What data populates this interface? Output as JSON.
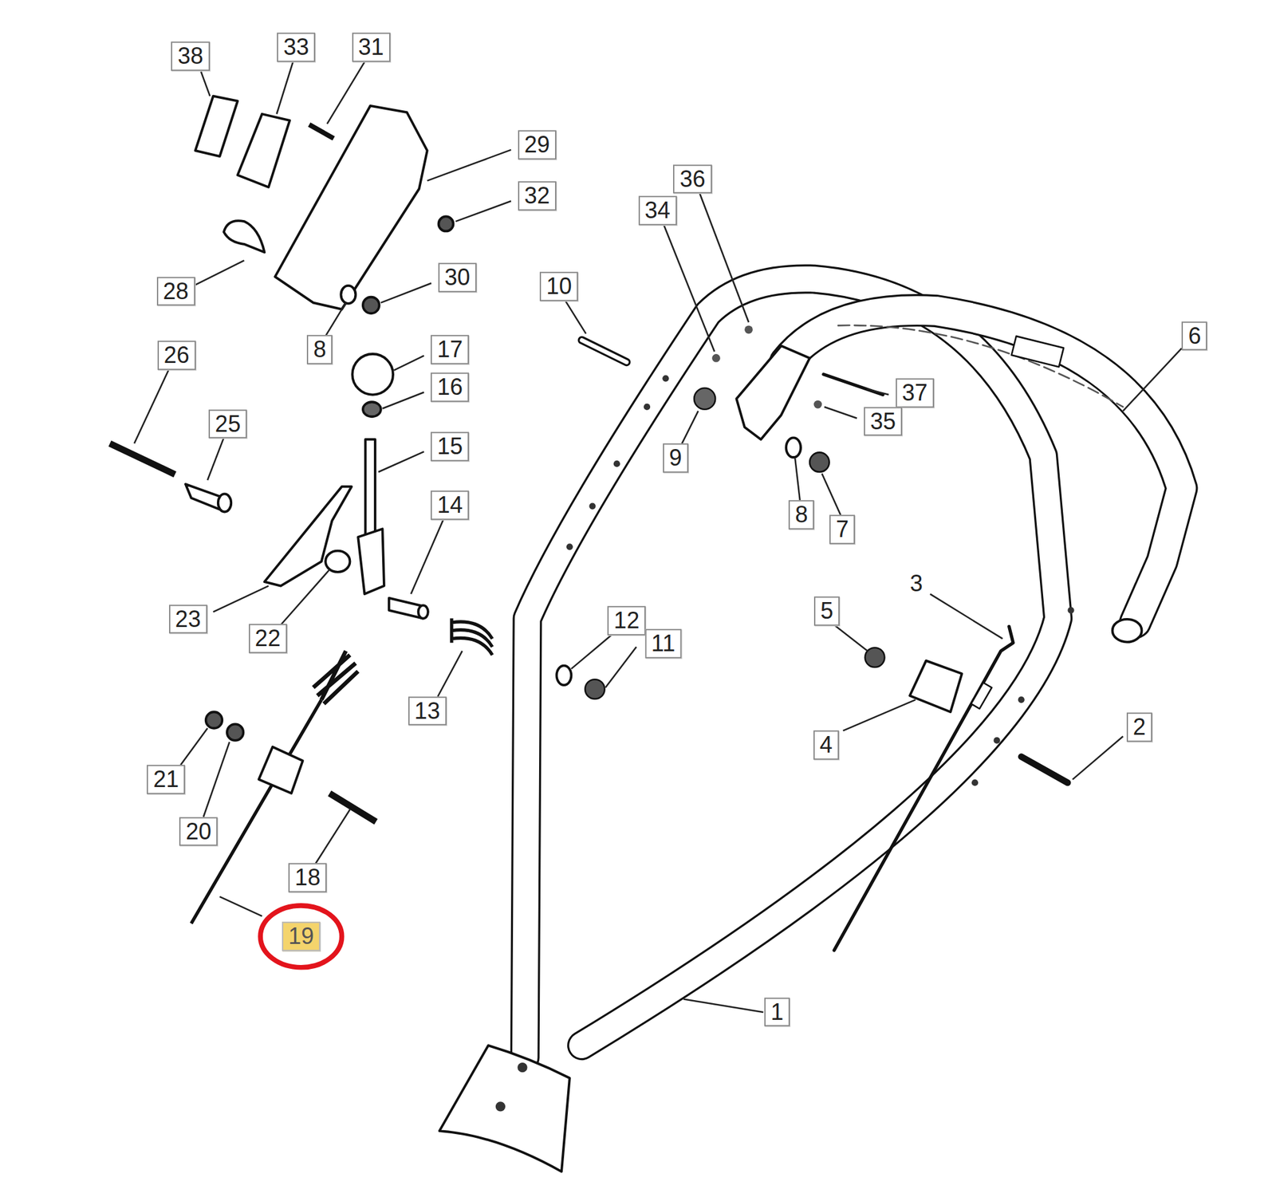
{
  "diagram": {
    "labels": [
      "38",
      "33",
      "31",
      "29",
      "32",
      "28",
      "30",
      "8",
      "36",
      "34",
      "10",
      "6",
      "17",
      "16",
      "26",
      "25",
      "15",
      "37",
      "35",
      "9",
      "8",
      "7",
      "14",
      "23",
      "22",
      "13",
      "12",
      "11",
      "3",
      "5",
      "4",
      "21",
      "20",
      "18",
      "2",
      "19",
      "1"
    ]
  }
}
